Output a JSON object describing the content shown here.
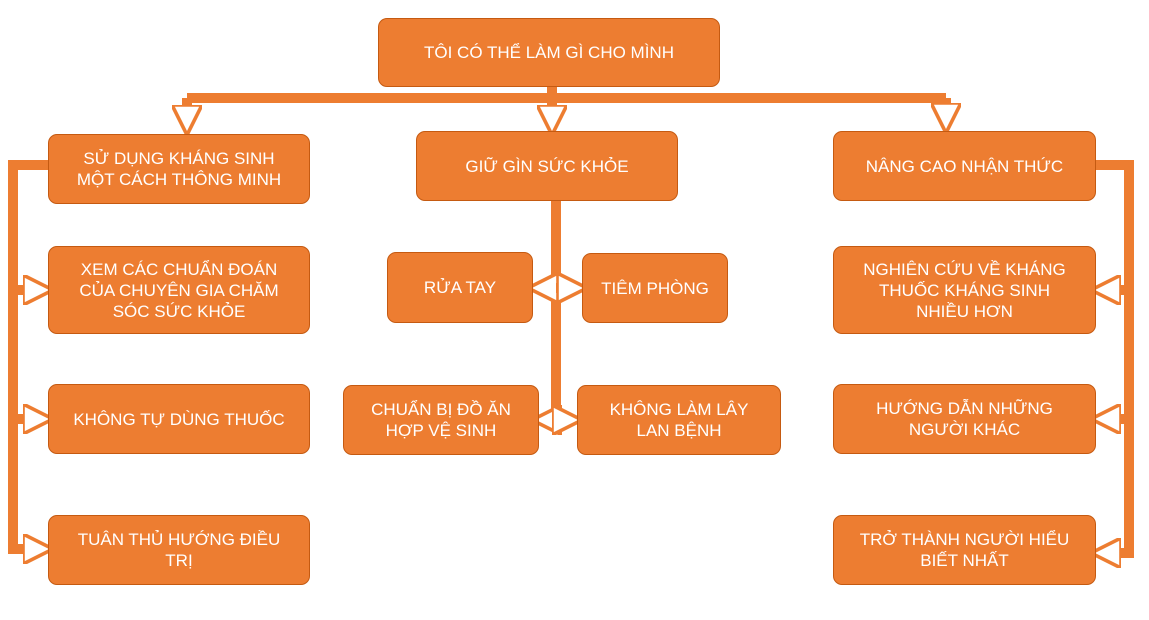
{
  "colors": {
    "box_fill": "#ed7d31",
    "box_border": "#c55a11",
    "connector": "#ed7d31",
    "text": "#ffffff"
  },
  "root": {
    "label": "TÔI CÓ THỂ LÀM GÌ CHO MÌNH"
  },
  "branches": [
    {
      "label": "SỬ DỤNG KHÁNG SINH\nMỘT CÁCH THÔNG MINH",
      "children": [
        "XEM CÁC CHUẨN ĐOÁN\nCỦA CHUYÊN GIA CHĂM\nSÓC SỨC KHỎE",
        "KHÔNG TỰ DÙNG THUỐC",
        "TUÂN THỦ HƯỚNG ĐIỀU\nTRỊ"
      ]
    },
    {
      "label": "GIỮ GÌN SỨC KHỎE",
      "children": [
        "RỬA TAY",
        "TIÊM PHÒNG",
        "CHUẨN BỊ ĐỒ ĂN\nHỢP VỆ SINH",
        "KHÔNG LÀM LÂY\nLAN BỆNH"
      ]
    },
    {
      "label": "NÂNG CAO NHẬN THỨC",
      "children": [
        "NGHIÊN CỨU VỀ KHÁNG\nTHUỐC KHÁNG SINH\nNHIỀU HƠN",
        "HƯỚNG DẪN NHỮNG\nNGƯỜI KHÁC",
        "TRỞ THÀNH NGƯỜI HIỂU\nBIẾT NHẤT"
      ]
    }
  ]
}
